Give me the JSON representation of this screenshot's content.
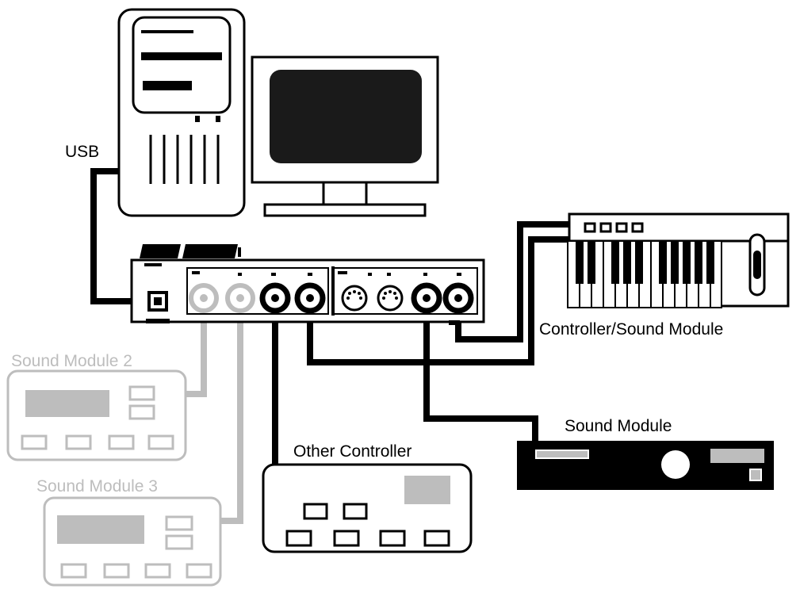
{
  "labels": {
    "usb": "USB",
    "controller_sound_module": "Controller/Sound Module",
    "sound_module": "Sound Module",
    "other_controller": "Other Controller",
    "sound_module_2": "Sound Module 2",
    "sound_module_3": "Sound Module 3"
  },
  "colors": {
    "line": "#000000",
    "inactive": "#bdbdbd",
    "screen": "#1a1a1a",
    "background": "#ffffff"
  }
}
